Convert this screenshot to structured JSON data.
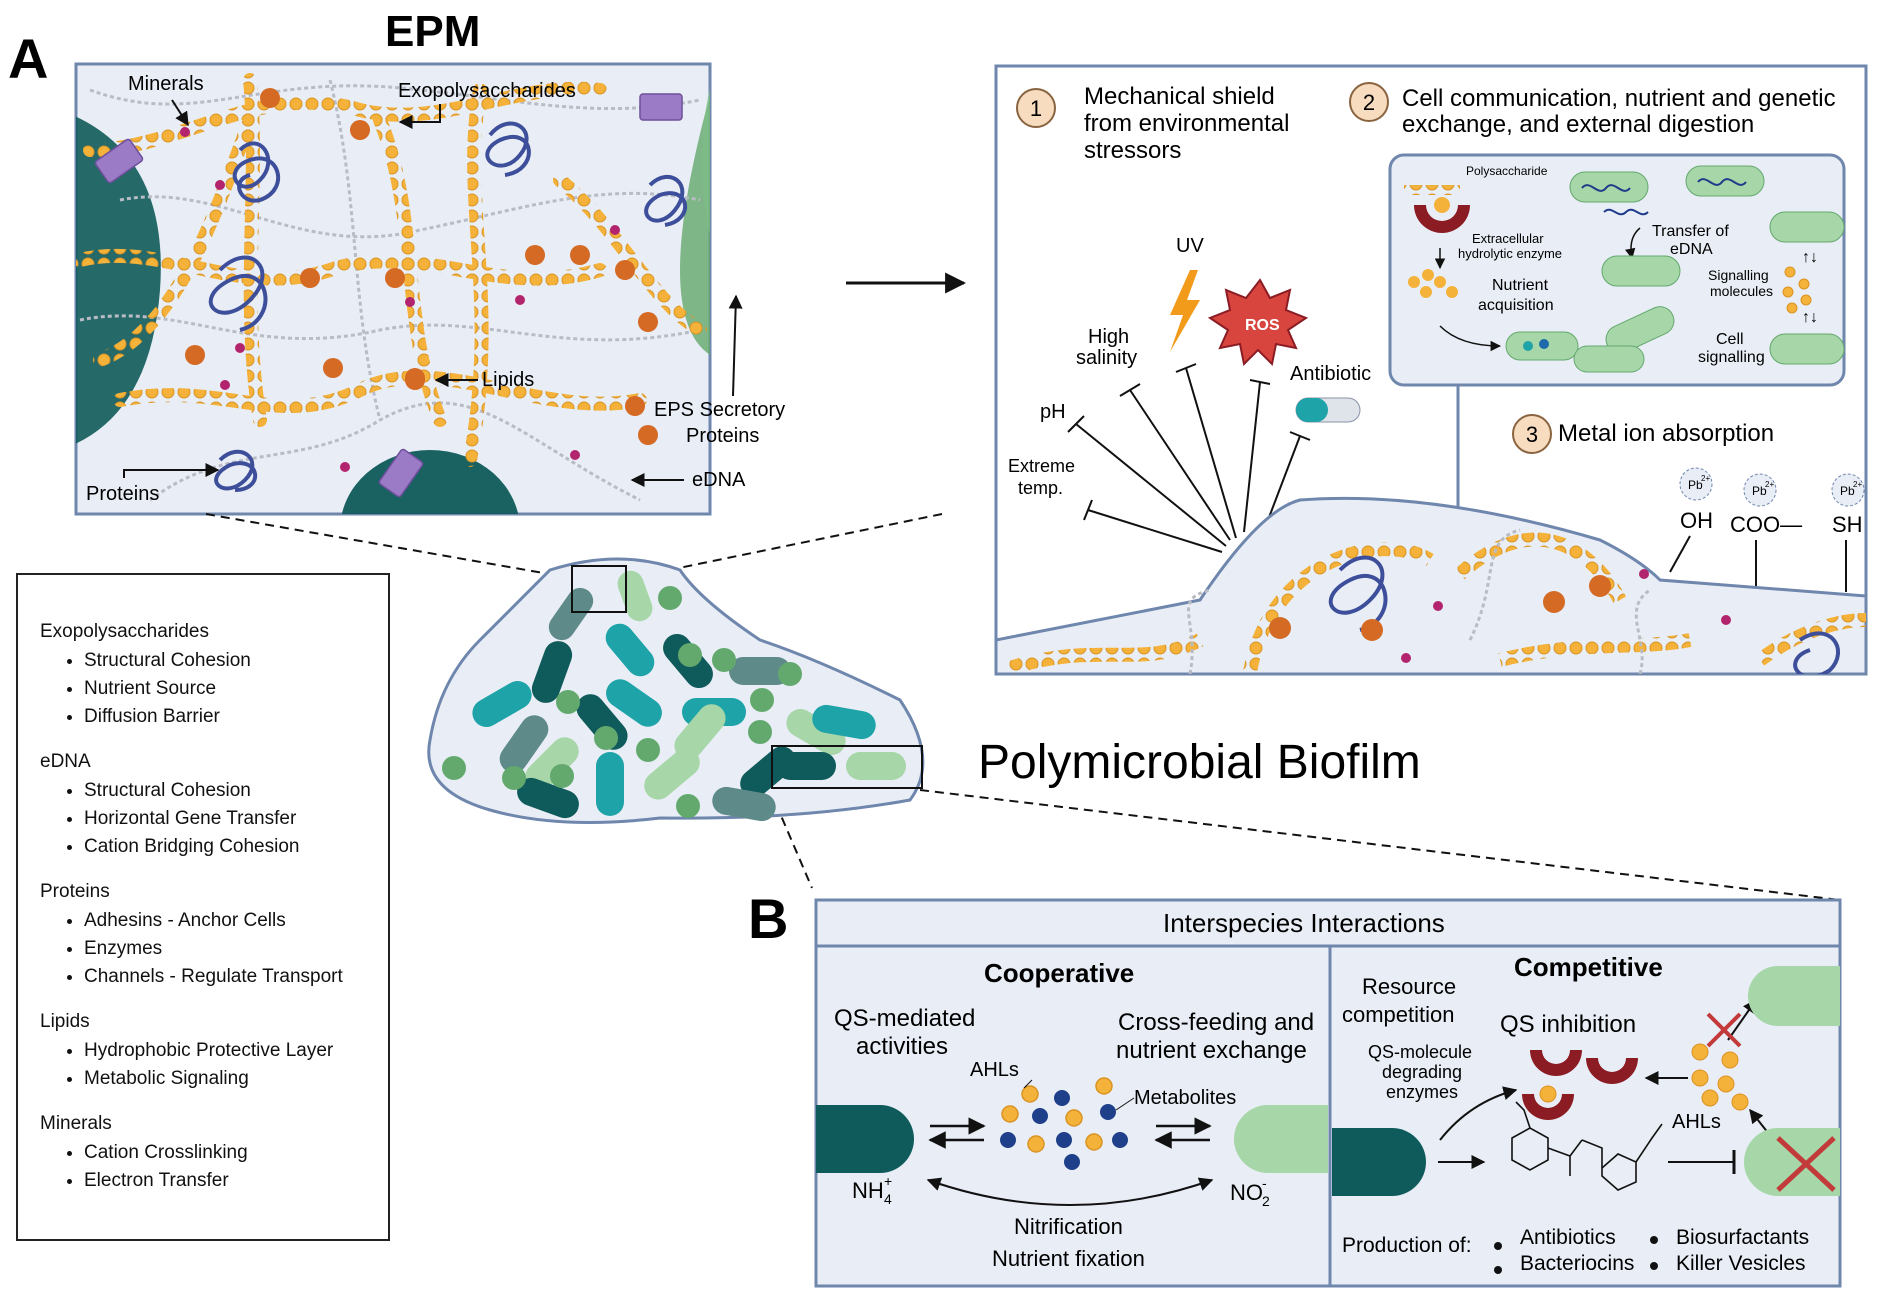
{
  "colors": {
    "panel_bg": "#e9eef6",
    "panel_border": "#6f86ad",
    "polysaccharide": "#f4b23a",
    "edna": "#b9bcc5",
    "protein": "#3d4f9a",
    "lipid": "#d46a24",
    "mineral": "#b2246e",
    "secretory_protein": "#9b7ac6",
    "cell_teal_dark": "#0f5a5a",
    "cell_teal": "#1ea3a8",
    "cell_green": "#63a86d",
    "cell_light_green": "#a7d6a8",
    "ros": "#d7453e",
    "uv": "#f29b1a",
    "inhibit_red": "#c23a3a"
  },
  "panel_labels": {
    "a": "A",
    "b": "B"
  },
  "epm": {
    "title": "EPM",
    "labels": {
      "minerals": "Minerals",
      "exopolysaccharides": "Exopolysaccharides",
      "lipids": "Lipids",
      "eps_secretory_1": "EPS Secretory",
      "eps_secretory_2": "Proteins",
      "proteins": "Proteins",
      "edna": "eDNA"
    }
  },
  "functions": {
    "f1": {
      "num": "1",
      "line1": "Mechanical shield",
      "line2": "from environmental",
      "line3": "stressors"
    },
    "f2": {
      "num": "2",
      "line1": "Cell communication, nutrient and genetic",
      "line2": "exchange, and external digestion"
    },
    "f3": {
      "num": "3",
      "line1": "Metal ion absorption"
    },
    "stressors": {
      "uv": "UV",
      "ros": "ROS",
      "high_salinity_1": "High",
      "high_salinity_2": "salinity",
      "antibiotic": "Antibiotic",
      "ph": "pH",
      "extreme_temp_1": "Extreme",
      "extreme_temp_2": "temp."
    },
    "inset": {
      "polysaccharide": "Polysaccharide",
      "enzyme_1": "Extracellular",
      "enzyme_2": "hydrolytic enzyme",
      "nutrient_1": "Nutrient",
      "nutrient_2": "acquisition",
      "transfer_1": "Transfer of",
      "transfer_2": "eDNA",
      "signalling_1": "Signalling",
      "signalling_2": "molecules",
      "cell_sig_1": "Cell",
      "cell_sig_2": "signalling"
    },
    "metals": {
      "pb": "Pb",
      "charge": "2+",
      "oh": "OH",
      "coo": "COO—",
      "sh": "SH"
    }
  },
  "biofilm_title": "Polymicrobial Biofilm",
  "legend": [
    {
      "title": "Exopolysaccharides",
      "items": [
        "Structural Cohesion",
        "Nutrient Source",
        "Diffusion Barrier"
      ]
    },
    {
      "title": "eDNA",
      "items": [
        "Structural Cohesion",
        "Horizontal Gene Transfer",
        "Cation Bridging Cohesion"
      ]
    },
    {
      "title": "Proteins",
      "items": [
        "Adhesins - Anchor Cells",
        "Enzymes",
        "Channels - Regulate Transport"
      ]
    },
    {
      "title": "Lipids",
      "items": [
        "Hydrophobic Protective Layer",
        "Metabolic Signaling"
      ]
    },
    {
      "title": "Minerals",
      "items": [
        "Cation Crosslinking",
        "Electron Transfer"
      ]
    }
  ],
  "interactions": {
    "header": "Interspecies Interactions",
    "cooperative": {
      "title": "Cooperative",
      "qs_1": "QS-mediated",
      "qs_2": "activities",
      "cross_1": "Cross-feeding and",
      "cross_2": "nutrient exchange",
      "ahls": "AHLs",
      "metabolites": "Metabolites",
      "nh4": "NH",
      "nh4_sub": "4",
      "nh4_sup": "+",
      "no2": "NO",
      "no2_sub": "2",
      "no2_sup": "-",
      "nitrification": "Nitrification",
      "fixation": "Nutrient fixation"
    },
    "competitive": {
      "title": "Competitive",
      "resource_1": "Resource",
      "resource_2": "competition",
      "qs_inhibition": "QS inhibition",
      "qs_mol_1": "QS-molecule",
      "qs_mol_2": "degrading",
      "qs_mol_3": "enzymes",
      "ahls": "AHLs",
      "production": "Production of:",
      "products": [
        "Antibiotics",
        "Bacteriocins",
        "Biosurfactants",
        "Killer Vesicles"
      ]
    }
  }
}
